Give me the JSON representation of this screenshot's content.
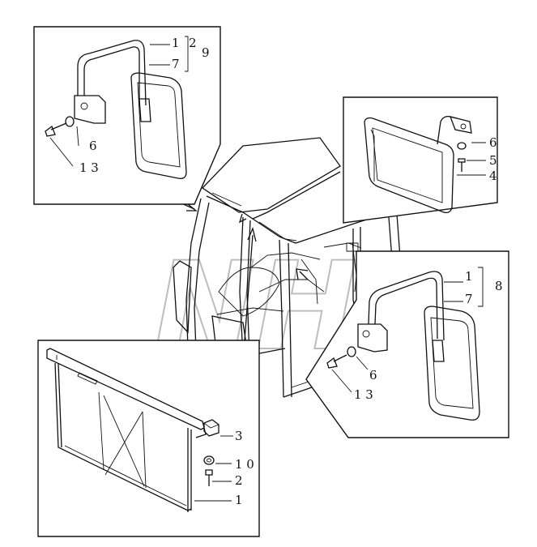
{
  "watermark": "NH",
  "callouts": {
    "top_left": {
      "c1": "1",
      "c2": "2",
      "c7": "7",
      "c9": "9",
      "c6": "6",
      "c13": "1 3"
    },
    "top_right": {
      "c6": "6",
      "c5": "5",
      "c4": "4"
    },
    "mid_right": {
      "c1": "1",
      "c7": "7",
      "c8": "8",
      "c6": "6",
      "c13": "1 3"
    },
    "bottom_left": {
      "c3": "3",
      "c10": "1 0",
      "c2": "2",
      "c1": "1"
    }
  }
}
